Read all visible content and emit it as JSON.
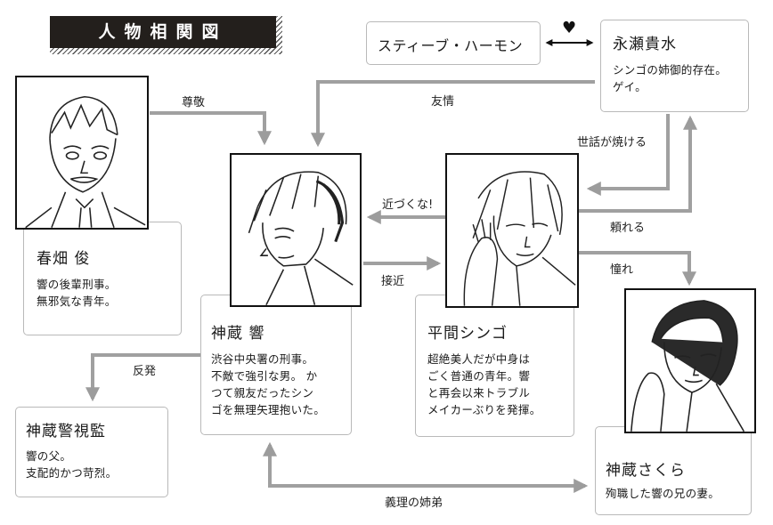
{
  "title": "人物相関図",
  "characters": {
    "harumi": {
      "name": "春畑 俊",
      "desc": "響の後輩刑事。\n無邪気な青年。"
    },
    "hibiki": {
      "name": "神蔵 響",
      "desc": "渋谷中央署の刑事。\n不敵で強引な男。 か\nつて親友だったシン\nゴを無理矢理抱いた。"
    },
    "shingo": {
      "name": "平間シンゴ",
      "desc": "超絶美人だが中身は\nごく普通の青年。響\nと再会以来トラブル\nメイカーぶりを発揮。"
    },
    "nagase": {
      "name": "永瀬貴水",
      "desc": "シンゴの姉御的存在。\nゲイ。"
    },
    "steve": {
      "name": "スティーブ・ハーモン"
    },
    "father": {
      "name": "神蔵警視監",
      "desc": "響の父。\n支配的かつ苛烈。"
    },
    "sakura": {
      "name": "神蔵さくら",
      "desc": "殉職した響の兄の妻。"
    }
  },
  "relations": {
    "respect": "尊敬",
    "friendship": "友情",
    "dont_come_near": "近づくな!",
    "approach": "接近",
    "meddle": "世話が焼ける",
    "rely": "頼れる",
    "admire": "憧れ",
    "rebel": "反発",
    "in_law": "義理の姉弟",
    "heart": "♥"
  }
}
